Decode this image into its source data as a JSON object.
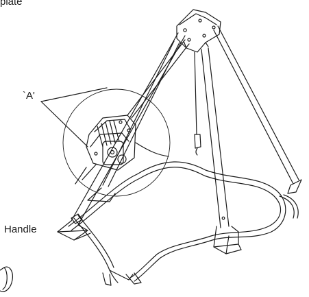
{
  "labels": {
    "plate": "plate",
    "callout_a": "`A'",
    "handle": "Handle"
  },
  "colors": {
    "line": "#1a1a1a",
    "background": "#ffffff"
  }
}
